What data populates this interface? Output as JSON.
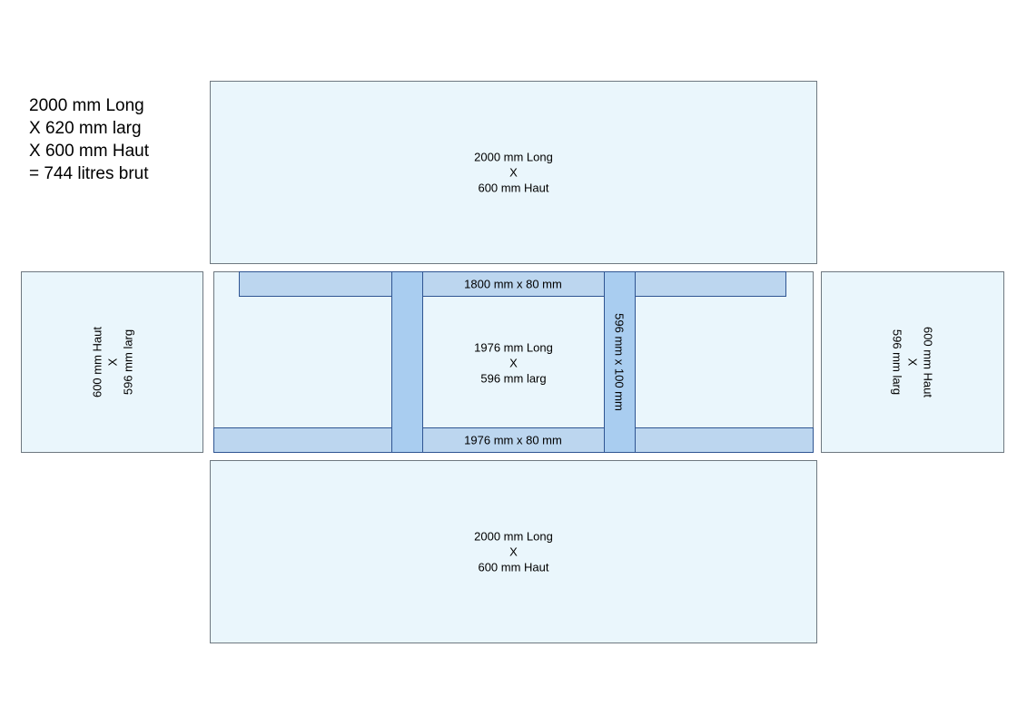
{
  "summary": {
    "line1": "2000 mm Long",
    "line2": "X 620 mm larg",
    "line3": "X 600 mm Haut",
    "line4": "= 744 litres brut"
  },
  "top_panel": {
    "line1": "2000 mm Long",
    "line2": "X",
    "line3": "600 mm Haut"
  },
  "bottom_panel": {
    "line1": "2000 mm Long",
    "line2": "X",
    "line3": "600 mm Haut"
  },
  "left_panel": {
    "line1": "600 mm Haut",
    "line2": "X",
    "line3": "596 mm larg"
  },
  "right_panel": {
    "line1": "600 mm Haut",
    "line2": "X",
    "line3": "596 mm larg"
  },
  "base_panel": {
    "line1": "1976 mm Long",
    "line2": "X",
    "line3": "596 mm larg"
  },
  "top_rail": {
    "label": "1800 mm x 80 mm"
  },
  "bottom_rail": {
    "label": "1976 mm x 80 mm"
  },
  "cross_brace": {
    "label": "596 mm x 100 mm"
  },
  "colors": {
    "panel_fill": "#eaf6fc",
    "panel_border": "#6e7880",
    "rail_fill": "#bcd6ef",
    "brace_fill": "#a9cdf0",
    "rail_border": "#2f5592"
  }
}
